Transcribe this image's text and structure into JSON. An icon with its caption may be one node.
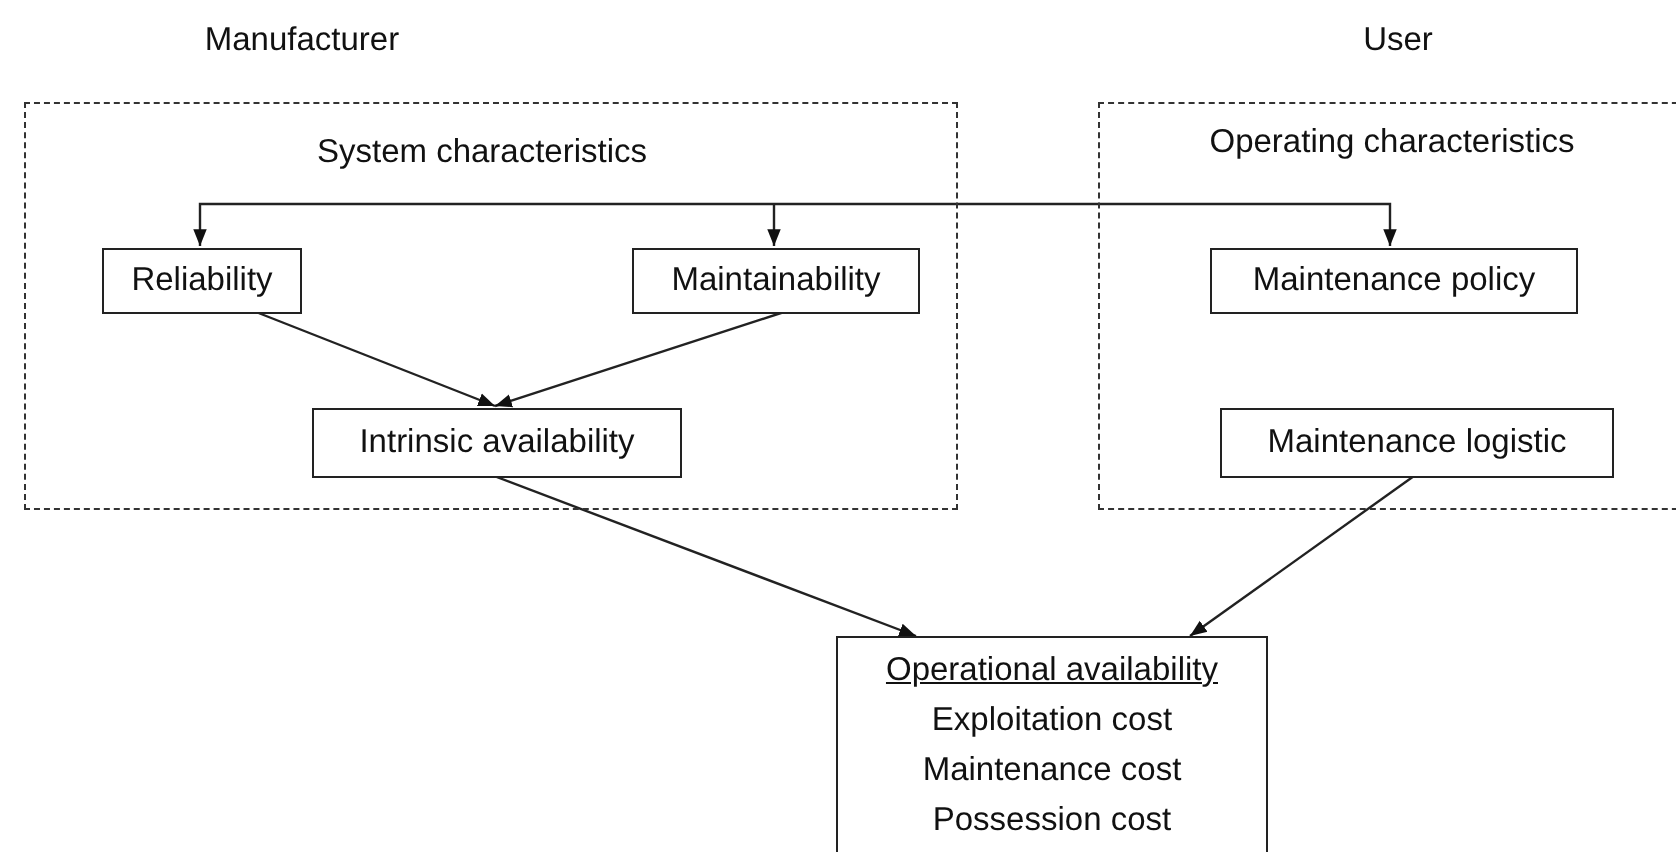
{
  "diagram": {
    "nodes": [
      {
        "text": [
          "Manufacturer",
          "System characteristics"
        ]
      },
      {
        "text": [
          "Reliability"
        ],
        "in": 0
      },
      {
        "text": [
          "Maintainability"
        ],
        "in": 0
      },
      {
        "text": [
          "Intrinsic availability"
        ],
        "in": 0
      },
      {
        "text": [
          "User",
          "Operating characteristics"
        ]
      },
      {
        "text": [
          "Maintenance policy"
        ],
        "in": 4
      },
      {
        "text": [
          "Maintenance logistic"
        ],
        "in": 4
      },
      {
        "text": [
          "Operational availability",
          "Exploitation cost",
          "Maintenance cost",
          "Possession cost"
        ]
      }
    ],
    "edges": [
      {
        "from": null,
        "to": 1,
        "arrow": "to"
      },
      {
        "from": null,
        "to": 2,
        "arrow": "to"
      },
      {
        "from": null,
        "to": 5,
        "arrow": "to"
      },
      {
        "from": 1,
        "to": 3,
        "arrow": "to"
      },
      {
        "from": 2,
        "to": 3,
        "arrow": "to"
      },
      {
        "from": 3,
        "to": 7,
        "arrow": "to"
      },
      {
        "from": 6,
        "to": 7,
        "arrow": "to"
      }
    ]
  }
}
